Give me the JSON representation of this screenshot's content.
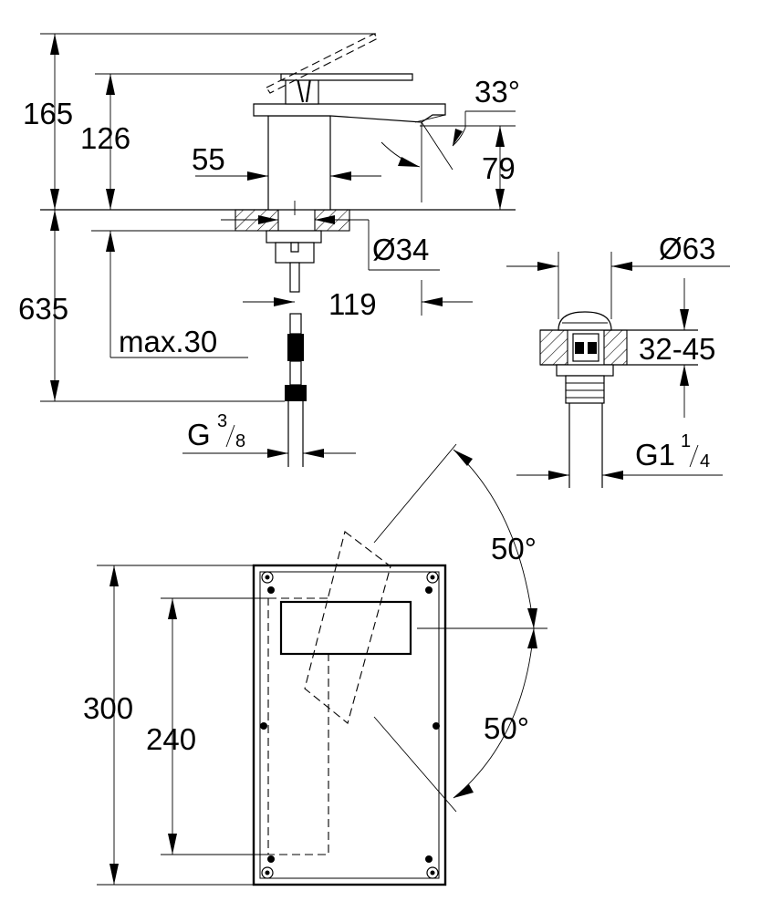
{
  "dimensions": {
    "total_height": "165",
    "spout_height": "126",
    "outlet_angle": "33°",
    "outlet_height": "79",
    "body_width": "55",
    "hole_diameter": "Ø34",
    "projection": "119",
    "hose_length": "635",
    "deck_thickness": "max.30",
    "inlet_thread_main": "G",
    "inlet_thread_num": "3",
    "inlet_thread_den": "8",
    "waste_diameter": "Ø63",
    "waste_deck": "32-45",
    "waste_thread_main": "G1",
    "waste_thread_num": "1",
    "waste_thread_den": "4",
    "swing_left": "50°",
    "swing_right": "50°",
    "plate_height": "300",
    "cutout_height": "240"
  }
}
